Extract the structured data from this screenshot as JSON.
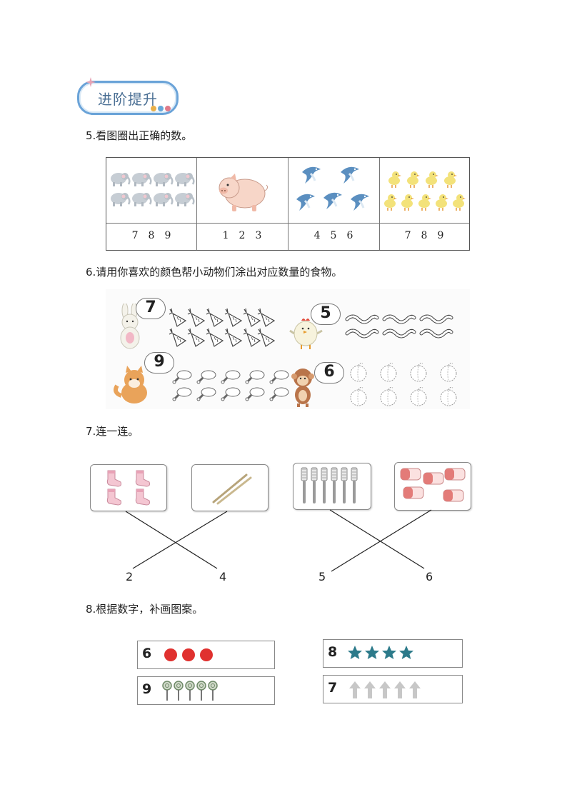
{
  "section_title": "进阶提升",
  "q5": {
    "title": "5.看图圈出正确的数。",
    "cells": [
      {
        "icon": "elephant-icon",
        "count": 8,
        "numbers": [
          "7",
          "8",
          "9"
        ]
      },
      {
        "icon": "pig-icon",
        "count": 1,
        "numbers": [
          "1",
          "2",
          "3"
        ]
      },
      {
        "icon": "dolphin-icon",
        "count": 5,
        "numbers": [
          "4",
          "5",
          "6"
        ]
      },
      {
        "icon": "duckling-icon",
        "count": 9,
        "numbers": [
          "7",
          "8",
          "9"
        ]
      }
    ]
  },
  "q6": {
    "title": "6.请用你喜欢的颜色帮小动物们涂出对应数量的食物。",
    "groups": [
      {
        "animal": "rabbit-icon",
        "number": "7",
        "food": "carrot-icon",
        "food_count": 12
      },
      {
        "animal": "chick-icon",
        "number": "5",
        "food": "worm-icon",
        "food_count": 6
      },
      {
        "animal": "fox-icon",
        "number": "9",
        "food": "drumstick-icon",
        "food_count": 10
      },
      {
        "animal": "monkey-icon",
        "number": "6",
        "food": "peach-icon",
        "food_count": 8
      }
    ]
  },
  "q7": {
    "title": "7.连一连。",
    "items": [
      {
        "icon": "sock-icon",
        "count": 4
      },
      {
        "icon": "chopsticks-icon",
        "count": 2
      },
      {
        "icon": "toothbrush-icon",
        "count": 6
      },
      {
        "icon": "eraser-icon",
        "count": 5
      }
    ],
    "numbers": [
      "2",
      "4",
      "5",
      "6"
    ]
  },
  "q8": {
    "title": "8.根据数字，补画图案。",
    "rows": [
      {
        "number": "6",
        "icon": "red-dot-icon",
        "drawn": 3,
        "color": "#e0312f"
      },
      {
        "number": "8",
        "icon": "star-icon",
        "drawn": 4,
        "color": "#2c7a8a"
      },
      {
        "number": "9",
        "icon": "lollipop-icon",
        "drawn": 5,
        "color": "#7e9a78"
      },
      {
        "number": "7",
        "icon": "arrow-up-icon",
        "drawn": 5,
        "color": "#b5b5b5"
      }
    ]
  }
}
